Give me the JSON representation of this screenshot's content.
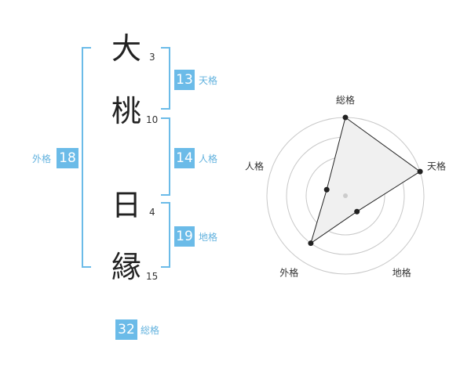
{
  "name": {
    "chars": [
      {
        "char": "大",
        "strokes": "3"
      },
      {
        "char": "桃",
        "strokes": "10"
      },
      {
        "char": "日",
        "strokes": "4"
      },
      {
        "char": "縁",
        "strokes": "15"
      }
    ]
  },
  "fortunes": {
    "tenkaku": {
      "value": "13",
      "label": "天格"
    },
    "jinkaku": {
      "value": "14",
      "label": "人格"
    },
    "chikaku": {
      "value": "19",
      "label": "地格"
    },
    "gaikaku": {
      "value": "18",
      "label": "外格"
    },
    "soukaku": {
      "value": "32",
      "label": "総格"
    }
  },
  "colors": {
    "accent": "#6bbbe8",
    "label": "#62b2de"
  },
  "chart_data": {
    "type": "radar",
    "axes": [
      "総格",
      "天格",
      "地格",
      "外格",
      "人格"
    ],
    "values": [
      4,
      4,
      1,
      3,
      1
    ],
    "rlim": [
      0,
      4
    ],
    "rings": 4,
    "grid": true
  }
}
